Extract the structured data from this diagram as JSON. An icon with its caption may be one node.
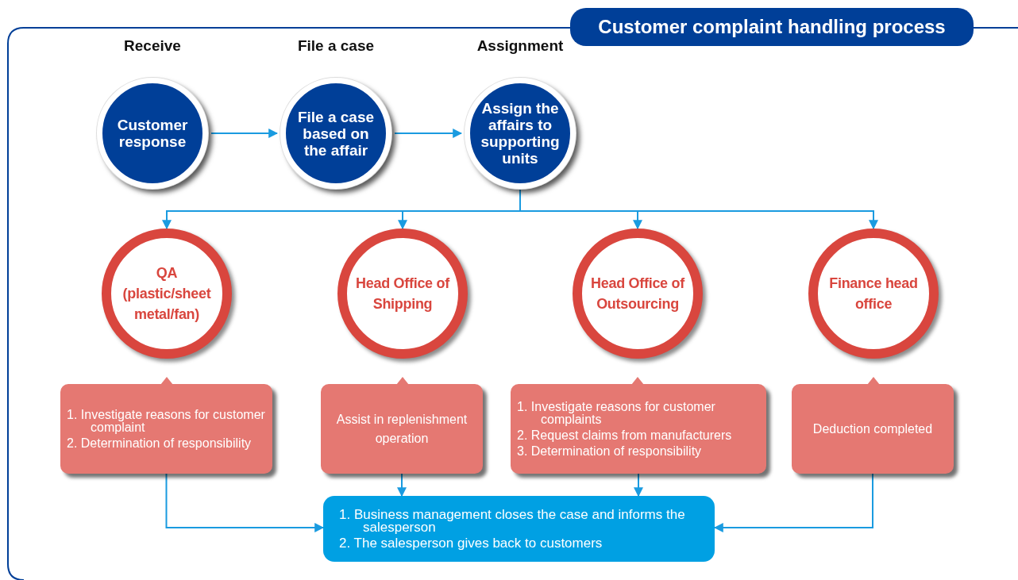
{
  "diagram": {
    "title": "Customer complaint handling process",
    "nodes": [
      {
        "text": [
          "Receive",
          "Customer response"
        ]
      },
      {
        "text": [
          "File a case",
          "File a case based on the affair"
        ]
      },
      {
        "text": [
          "Assignment",
          "Assign the affairs to supporting units"
        ]
      },
      {
        "text": [
          "QA (plastic/sheet metal/fan)"
        ]
      },
      {
        "text": [
          "Head Office of Shipping"
        ]
      },
      {
        "text": [
          "Head Office of Outsourcing"
        ]
      },
      {
        "text": [
          "Finance head office"
        ]
      },
      {
        "text": [
          "1. Investigate reasons for customer complaint",
          "2. Determination of responsibility"
        ]
      },
      {
        "text": [
          "Assist in replenishment operation"
        ]
      },
      {
        "text": [
          "1. Investigate reasons for customer complaints",
          "2. Request claims from manufacturers",
          "3. Determination of responsibility"
        ]
      },
      {
        "text": [
          "Deduction completed"
        ]
      },
      {
        "text": [
          "1. Business management closes the case and informs the salesperson",
          "2. The salesperson gives back to customers"
        ]
      }
    ],
    "edges": [
      {
        "from": 0,
        "to": 1,
        "arrow": "to"
      },
      {
        "from": 1,
        "to": 2,
        "arrow": "to"
      },
      {
        "from": 2,
        "to": 3,
        "arrow": "to"
      },
      {
        "from": 2,
        "to": 4,
        "arrow": "to"
      },
      {
        "from": 2,
        "to": 5,
        "arrow": "to"
      },
      {
        "from": 2,
        "to": 6,
        "arrow": "to"
      },
      {
        "from": 7,
        "to": 11,
        "arrow": "to"
      },
      {
        "from": 8,
        "to": 11,
        "arrow": "to"
      },
      {
        "from": 9,
        "to": 11,
        "arrow": "to"
      },
      {
        "from": 10,
        "to": 11,
        "arrow": "to"
      }
    ]
  }
}
